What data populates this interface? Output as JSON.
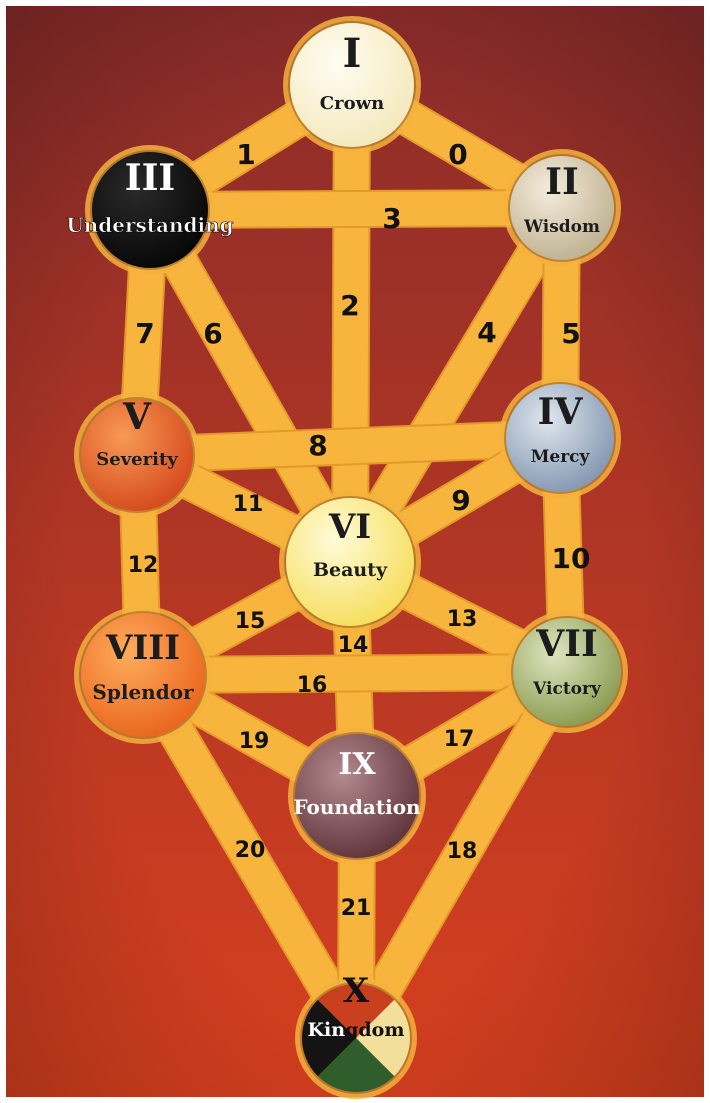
{
  "sephiroth": [
    {
      "id": "crown",
      "numeral": "I",
      "name": "Crown",
      "colors": [
        "#fffdf2",
        "#f3e7b8"
      ],
      "text_color": "#1c1c1c"
    },
    {
      "id": "wisdom",
      "numeral": "II",
      "name": "Wisdom",
      "colors": [
        "#f4ecdc",
        "#bcae8c"
      ],
      "text_color": "#1c1c1c"
    },
    {
      "id": "understanding",
      "numeral": "III",
      "name": "Understanding",
      "colors": [
        "#2a2a2a",
        "#050505"
      ],
      "text_color": "#ffffff"
    },
    {
      "id": "mercy",
      "numeral": "IV",
      "name": "Mercy",
      "colors": [
        "#dfe6ee",
        "#7e93ad"
      ],
      "text_color": "#1c1c1c"
    },
    {
      "id": "severity",
      "numeral": "V",
      "name": "Severity",
      "colors": [
        "#f79a54",
        "#d4451a"
      ],
      "text_color": "#1c1c1c"
    },
    {
      "id": "beauty",
      "numeral": "VI",
      "name": "Beauty",
      "colors": [
        "#fffbd8",
        "#f5dc55"
      ],
      "text_color": "#1c1c1c"
    },
    {
      "id": "victory",
      "numeral": "VII",
      "name": "Victory",
      "colors": [
        "#dfe5bf",
        "#86974a"
      ],
      "text_color": "#1c1c1c"
    },
    {
      "id": "splendor",
      "numeral": "VIII",
      "name": "Splendor",
      "colors": [
        "#ffab5c",
        "#e8621a"
      ],
      "text_color": "#1c1c1c"
    },
    {
      "id": "foundation",
      "numeral": "IX",
      "name": "Foundation",
      "colors": [
        "#b58a8e",
        "#5a2f36"
      ],
      "text_color": "#ffffff"
    },
    {
      "id": "kingdom",
      "numeral": "X",
      "name_part1": "Kin",
      "name_part2": "gdom",
      "quadrant_colors": [
        "#c8401e",
        "#f2df9a",
        "#2f5d2c",
        "#141414"
      ],
      "text_color": "#1c1c1c"
    }
  ],
  "paths": [
    {
      "label": "0"
    },
    {
      "label": "1"
    },
    {
      "label": "2"
    },
    {
      "label": "3"
    },
    {
      "label": "4"
    },
    {
      "label": "5"
    },
    {
      "label": "6"
    },
    {
      "label": "7"
    },
    {
      "label": "8"
    },
    {
      "label": "9"
    },
    {
      "label": "10"
    },
    {
      "label": "11"
    },
    {
      "label": "12"
    },
    {
      "label": "13"
    },
    {
      "label": "14"
    },
    {
      "label": "15"
    },
    {
      "label": "16"
    },
    {
      "label": "17"
    },
    {
      "label": "18"
    },
    {
      "label": "19"
    },
    {
      "label": "20"
    },
    {
      "label": "21"
    }
  ],
  "colors": {
    "background_top": "#8a2c2a",
    "background_bottom": "#d8401f",
    "path_fill": "#f7b53e",
    "path_edge": "#e39a2a"
  }
}
